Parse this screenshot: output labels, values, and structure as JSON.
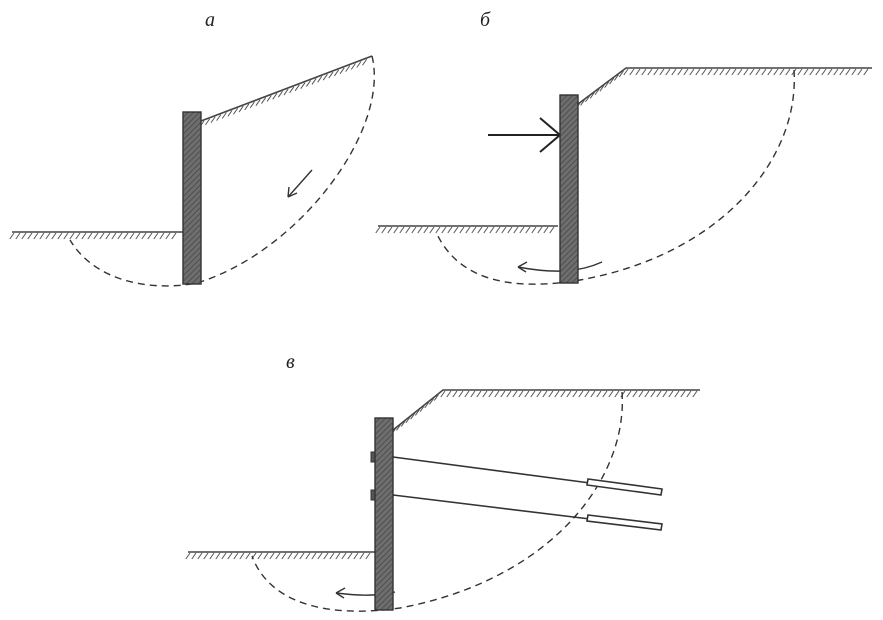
{
  "panels": [
    {
      "label": "а"
    },
    {
      "label": "б"
    },
    {
      "label": "в"
    }
  ],
  "colors": {
    "line": "#333333",
    "wall_fill": "#777777",
    "background": "#ffffff"
  }
}
